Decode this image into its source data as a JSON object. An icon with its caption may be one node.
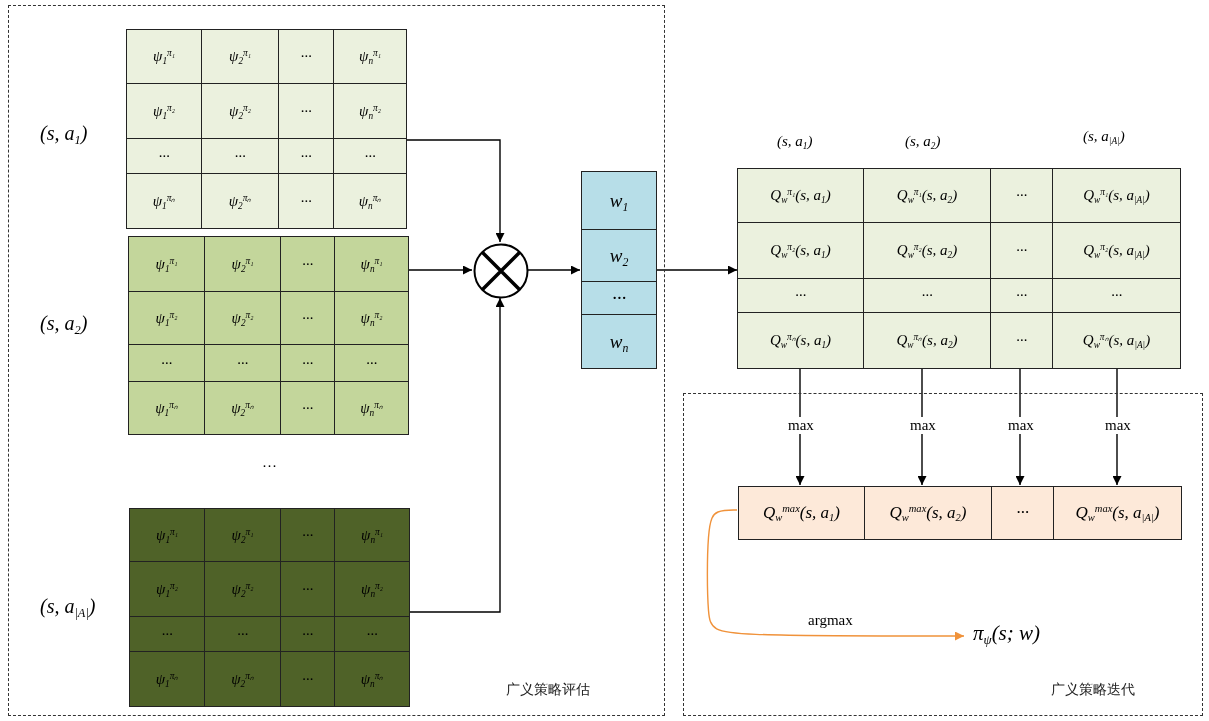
{
  "diagram": {
    "nodes": [
      {
        "text": [
          "广义策略评估"
        ]
      },
      {
        "text": [
          "ψ$_{1}$$^{π₁}$",
          "ψ$_{2}$$^{π₁}$",
          "···",
          "ψ$_{n}$$^{π₁}$",
          "ψ$_{1}$$^{π₂}$",
          "ψ$_{2}$$^{π₂}$",
          "···",
          "ψ$_{n}$$^{π₂}$",
          "···",
          "···",
          "···",
          "···",
          "ψ$_{1}$$^{πₙ}$",
          "ψ$_{2}$$^{πₙ}$",
          "···",
          "ψ$_{n}$$^{πₙ}$"
        ],
        "beside": [
          "(s, a$_{1}$)"
        ],
        "in": 0
      },
      {
        "text": [
          "ψ$_{1}$$^{π₁}$",
          "ψ$_{2}$$^{π₁}$",
          "···",
          "ψ$_{n}$$^{π₁}$",
          "ψ$_{1}$$^{π₂}$",
          "ψ$_{2}$$^{π₂}$",
          "···",
          "ψ$_{n}$$^{π₂}$",
          "···",
          "···",
          "···",
          "···",
          "ψ$_{1}$$^{πₙ}$",
          "ψ$_{2}$$^{πₙ}$",
          "···",
          "ψ$_{n}$$^{πₙ}$"
        ],
        "beside": [
          "(s, a$_{2}$)"
        ],
        "in": 0
      },
      {
        "text": [
          "ψ$_{1}$$^{π₁}$",
          "ψ$_{2}$$^{π₁}$",
          "···",
          "ψ$_{n}$$^{π₁}$",
          "ψ$_{1}$$^{π₂}$",
          "ψ$_{2}$$^{π₂}$",
          "···",
          "ψ$_{n}$$^{π₂}$",
          "···",
          "···",
          "···",
          "···",
          "ψ$_{1}$$^{πₙ}$",
          "ψ$_{2}$$^{πₙ}$",
          "···",
          "ψ$_{n}$$^{πₙ}$"
        ],
        "beside": [
          "(s, a$_{|A|}$)"
        ],
        "in": 0
      },
      {
        "text": [],
        "shape": "circle",
        "in": 0
      },
      {
        "text": [
          "w$_{1}$",
          "w$_{2}$",
          "···",
          "w$_{n}$"
        ],
        "in": 0
      },
      {
        "text": [
          "Q$_{w}$$^{π₁}$(s, a$_{1}$)",
          "Q$_{w}$$^{π₁}$(s, a$_{2}$)",
          "···",
          "Q$_{w}$$^{π₁}$(s, a$_{|A|}$)",
          "Q$_{w}$$^{π₂}$(s, a$_{1}$)",
          "Q$_{w}$$^{π₂}$(s, a$_{2}$)",
          "···",
          "Q$_{w}$$^{π₂}$(s, a$_{|A|}$)",
          "···",
          "···",
          "···",
          "···",
          "Q$_{w}$$^{πₙ}$(s, a$_{1}$)",
          "Q$_{w}$$^{πₙ}$(s, a$_{2}$)",
          "···",
          "Q$_{w}$$^{πₙ}$(s, a$_{|A|}$)"
        ],
        "beside": [
          "(s, a$_{1}$)",
          "(s, a$_{2}$)",
          "(s, a$_{|A|}$)"
        ]
      },
      {
        "text": [
          "广义策略迭代"
        ]
      },
      {
        "text": [
          "Q$_{w}$$^{max}$(s, a$_{1}$)",
          "Q$_{w}$$^{max}$(s, a$_{2}$)",
          "···",
          "Q$_{w}$$^{max}$(s, a$_{|A|}$)"
        ],
        "in": 7
      },
      {
        "text": [
          "π$_{ψ}$(s; w)"
        ],
        "in": 7
      }
    ],
    "edges": [
      {
        "from": 1,
        "to": 4,
        "arrow": "to"
      },
      {
        "from": 2,
        "to": 4,
        "arrow": "to"
      },
      {
        "from": 3,
        "to": 4,
        "arrow": "to"
      },
      {
        "from": 4,
        "to": 5,
        "arrow": "to"
      },
      {
        "from": 5,
        "to": 6,
        "arrow": "to"
      },
      {
        "from": 6,
        "to": 8,
        "arrow": "to",
        "label": "max"
      },
      {
        "from": 6,
        "to": 8,
        "arrow": "to",
        "label": "max"
      },
      {
        "from": 6,
        "to": 8,
        "arrow": "to",
        "label": "max"
      },
      {
        "from": 6,
        "to": 8,
        "arrow": "to",
        "label": "max"
      },
      {
        "from": 8,
        "to": 9,
        "arrow": "to",
        "label": "argmax",
        "color": "#f0923a"
      }
    ],
    "labels": [
      "···"
    ]
  }
}
